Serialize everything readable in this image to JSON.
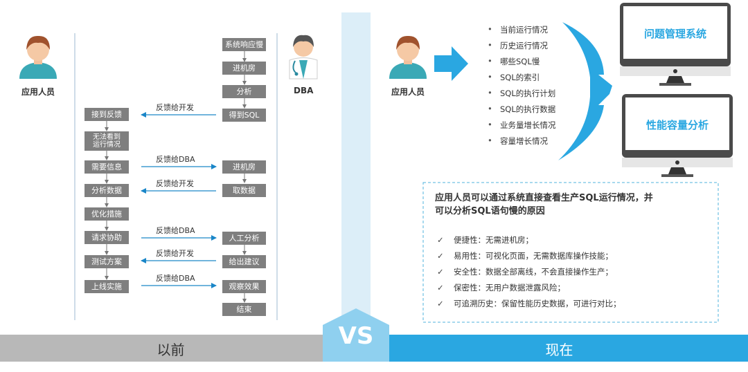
{
  "left": {
    "title": "以前",
    "app_user_label": "应用人员",
    "dba_label": "DBA",
    "dba_flow": [
      "系统响应慢",
      "进机房",
      "分析",
      "得到SQL"
    ],
    "dev_flow": [
      "接到反馈",
      "无法看到运行情况",
      "需要信息",
      "分析数据",
      "优化措施",
      "请求协助",
      "测试方案",
      "上线实施"
    ],
    "dba_flow2": [
      "进机房",
      "取数据"
    ],
    "dba_flow3": [
      "人工分析",
      "给出建议"
    ],
    "dba_flow4": [
      "观察效果",
      "结束"
    ],
    "arrow_labels": [
      "反馈给开发",
      "反馈给DBA",
      "反馈给开发",
      "反馈给DBA",
      "反馈给开发",
      "反馈给DBA"
    ]
  },
  "vs_label": "VS",
  "right": {
    "title": "现在",
    "app_user_label": "应用人员",
    "items": [
      "当前运行情况",
      "历史运行情况",
      "哪些SQL慢",
      "SQL的索引",
      "SQL的执行计划",
      "SQL的执行数据",
      "业务量增长情况",
      "容量增长情况"
    ],
    "monitor1": "问题管理系统",
    "monitor2": "性能容量分析",
    "summary_line1": "应用人员可以通过系统直接查看生产SQL运行情况，并",
    "summary_line2": "可以分析SQL语句慢的原因",
    "benefits": [
      "便捷性：无需进机房；",
      "易用性：可视化页面，无需数据库操作技能；",
      "安全性：数据全部离线，不会直接操作生产；",
      "保密性：无用户数据泄露风险；",
      "可追溯历史：保留性能历史数据，可进行对比；"
    ]
  },
  "colors": {
    "gray_box": "#7f7f7f",
    "accent": "#2aa7e1",
    "arrow_blue": "#1a86c8",
    "left_bar": "#b8b8b8",
    "right_bar": "#2aa7e1"
  }
}
